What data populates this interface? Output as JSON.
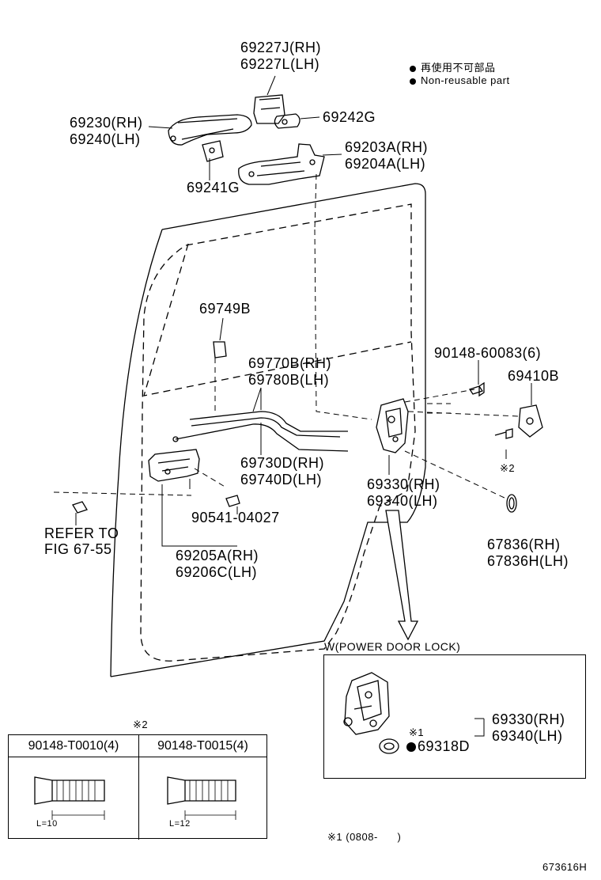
{
  "diagram": {
    "figure_code": "673616H",
    "legend": {
      "bullet_ja": "再使用不可部品",
      "bullet_en": "Non-reusable part"
    },
    "labels": {
      "p69227j": "69227J(RH)",
      "p69227l": "69227L(LH)",
      "p69230": "69230(RH)",
      "p69240": "69240(LH)",
      "p69242g": "69242G",
      "p69203a": "69203A(RH)",
      "p69204a": "69204A(LH)",
      "p69241g": "69241G",
      "p69749b": "69749B",
      "p90148_60083": "90148-60083(6)",
      "p69770b": "69770B(RH)",
      "p69780b": "69780B(LH)",
      "p69410b": "69410B",
      "p69730d": "69730D(RH)",
      "p69740d": "69740D(LH)",
      "mark2_a": "※2",
      "p69330": "69330(RH)",
      "p69340": "69340(LH)",
      "refer_line1": "REFER TO",
      "refer_line2": "FIG 67-55",
      "p90541": "90541-04027",
      "p67836": "67836(RH)",
      "p67836h": "67836H(LH)",
      "p69205a": "69205A(RH)",
      "p69206c": "69206C(LH)"
    },
    "power_box": {
      "title": "W(POWER DOOR LOCK)",
      "mark1": "※1",
      "p69318d": "69318D",
      "p69330": "69330(RH)",
      "p69340": "69340(LH)"
    },
    "screw_table": {
      "mark": "※2",
      "col1_header": "90148-T0010(4)",
      "col2_header": "90148-T0015(4)",
      "col1_length": "L=10",
      "col2_length": "L=12"
    },
    "footnote": {
      "mark": "※1",
      "text": "(0808-      )"
    }
  }
}
